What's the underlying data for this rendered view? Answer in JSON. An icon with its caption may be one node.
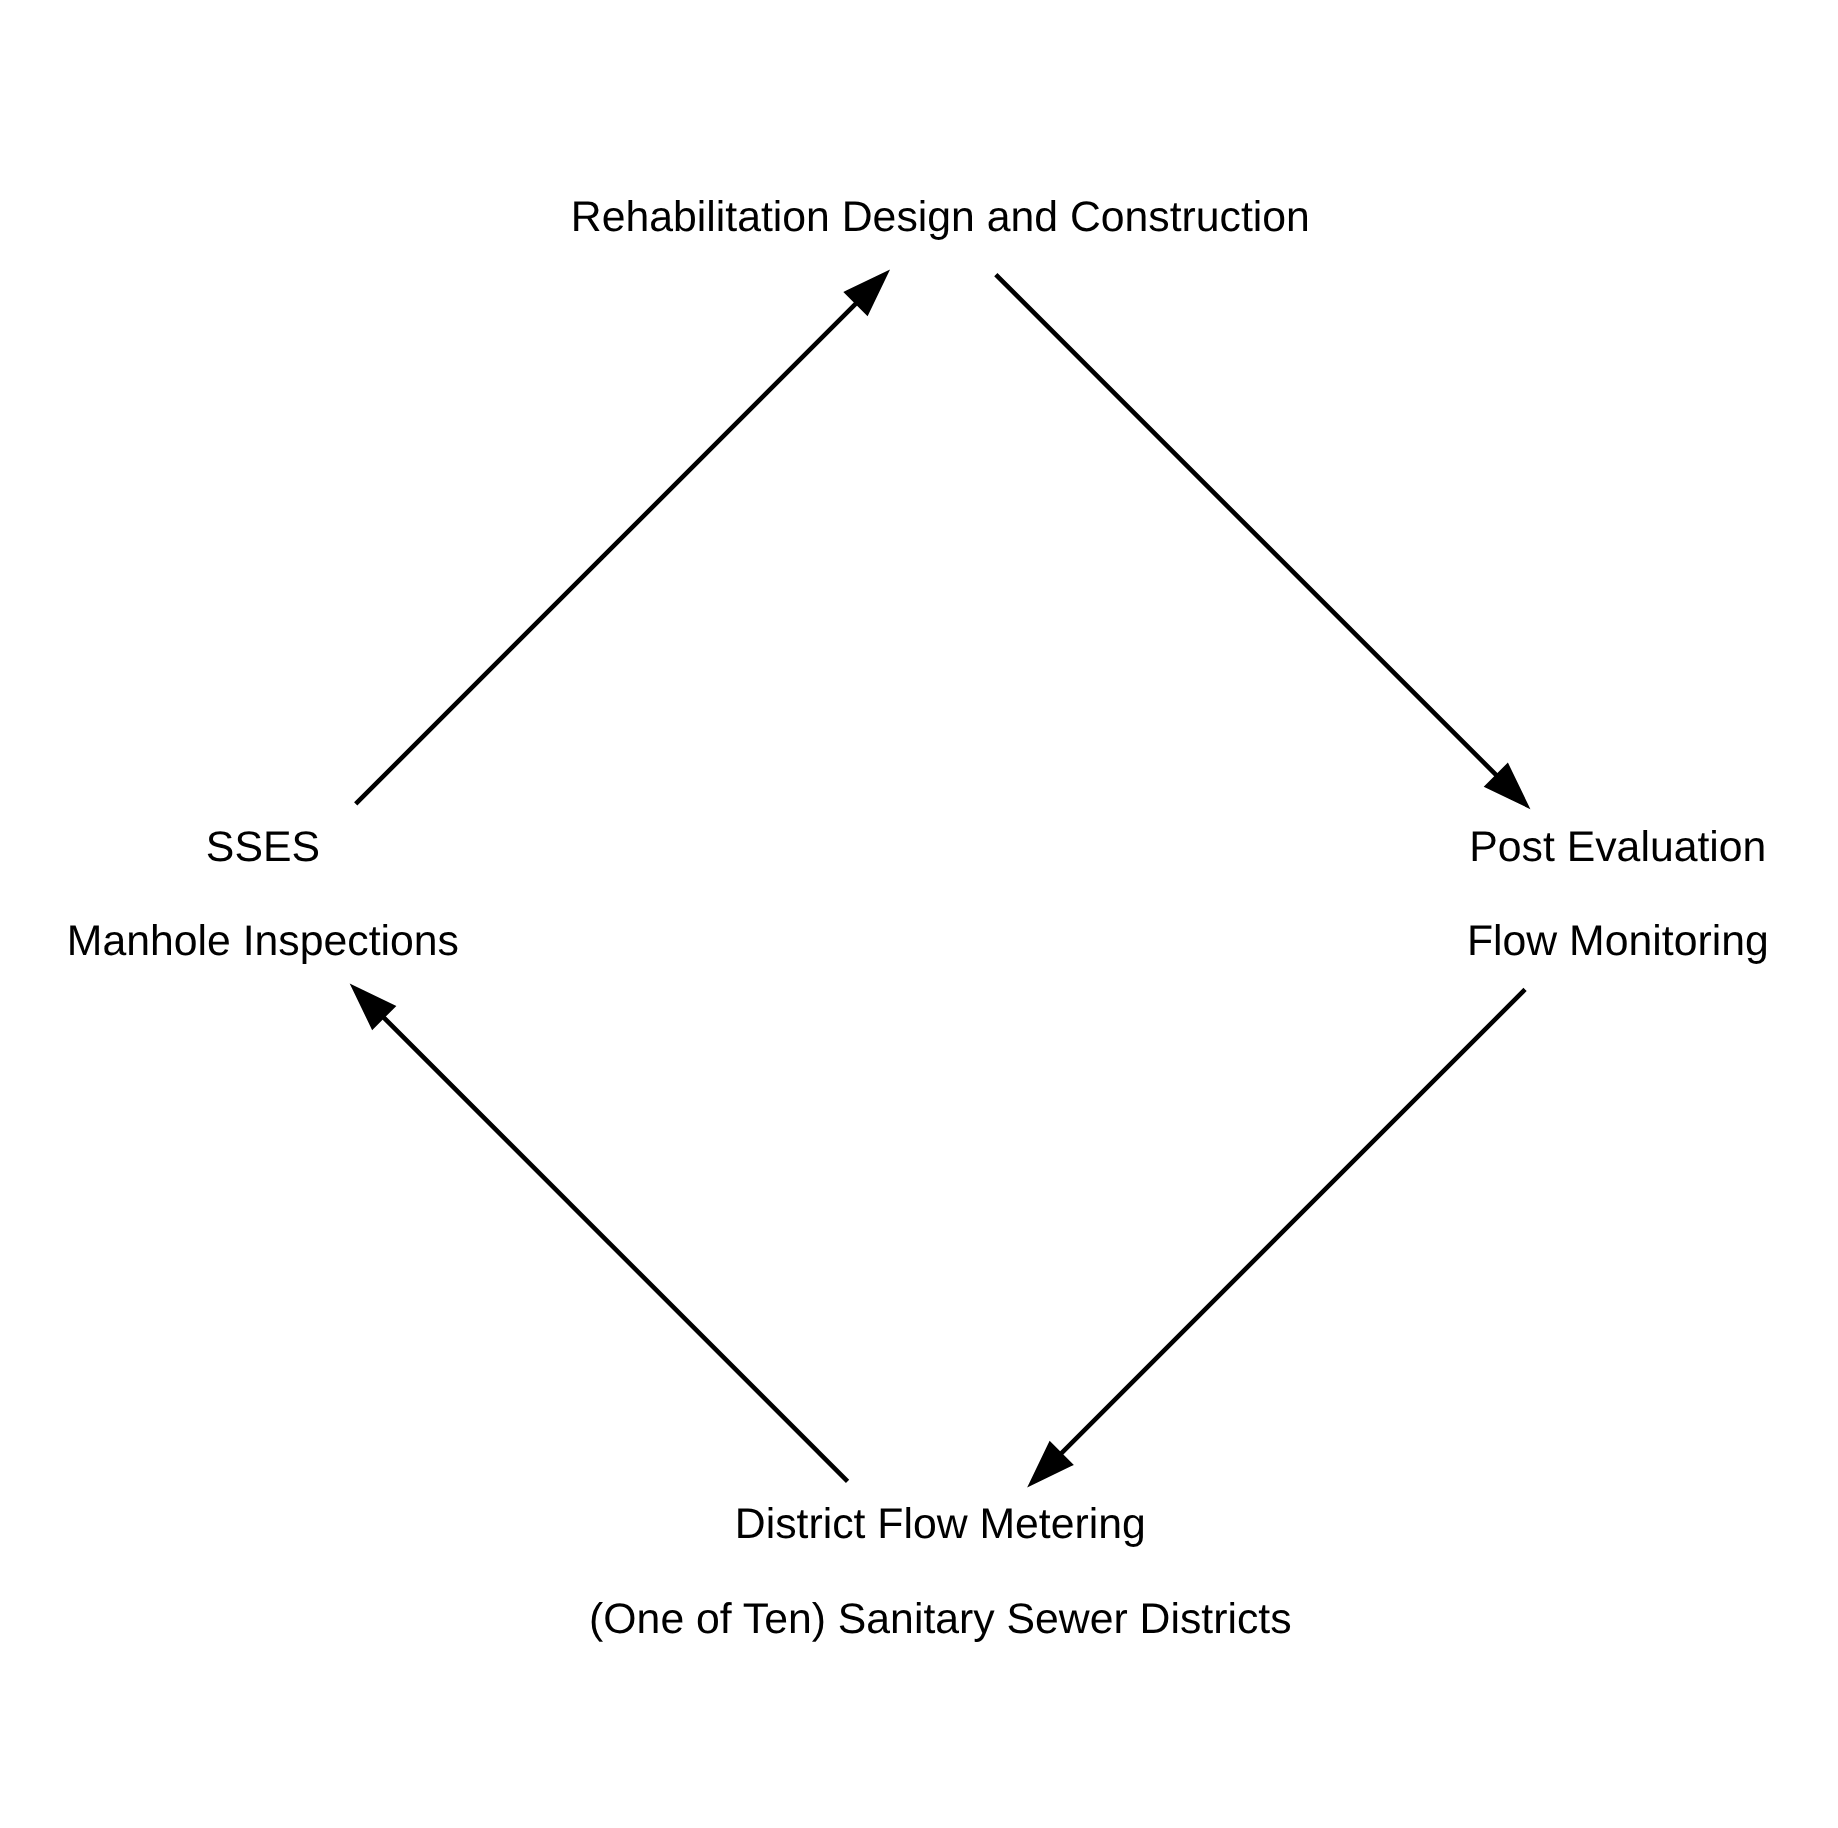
{
  "diagram": {
    "nodes": [
      {
        "text": [
          "District Flow Metering",
          "(One of Ten) Sanitary Sewer Districts"
        ]
      },
      {
        "text": [
          "SSES",
          "Manhole Inspections"
        ]
      },
      {
        "text": [
          "Rehabilitation Design and Construction"
        ]
      },
      {
        "text": [
          "Post Evaluation",
          "Flow Monitoring"
        ]
      }
    ],
    "edges": [
      {
        "from": 0,
        "to": 1,
        "arrow": "to"
      },
      {
        "from": 1,
        "to": 2,
        "arrow": "to"
      },
      {
        "from": 2,
        "to": 3,
        "arrow": "to"
      },
      {
        "from": 3,
        "to": 0,
        "arrow": "to"
      }
    ]
  }
}
